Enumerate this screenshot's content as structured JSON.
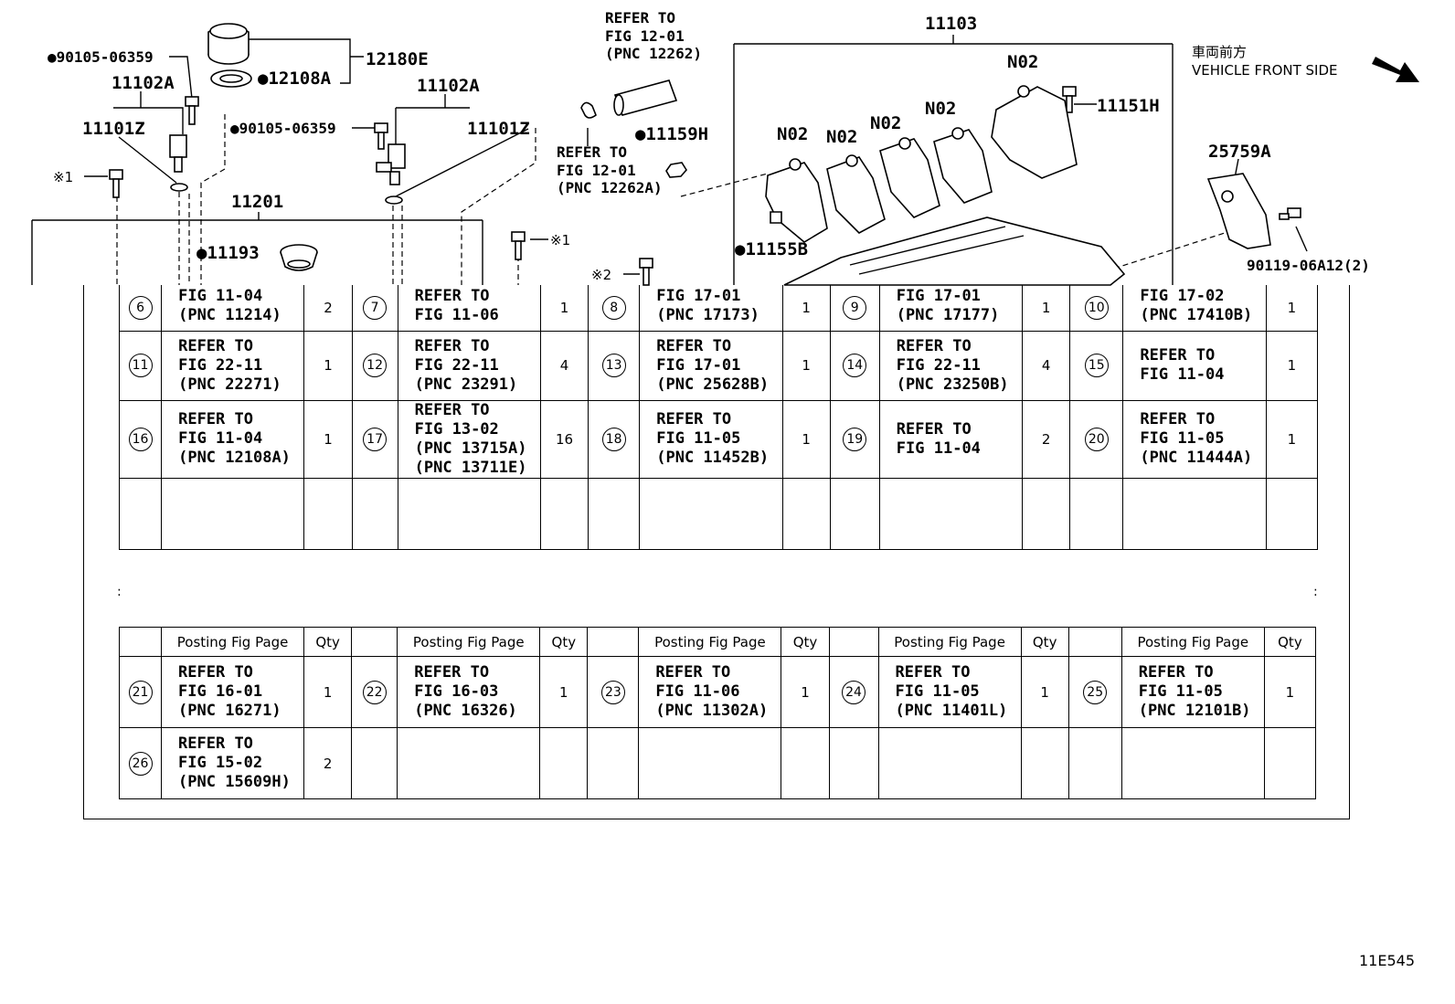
{
  "callouts": {
    "c11103": "11103",
    "c12180E": "12180E",
    "c12108A": "●12108A",
    "c90105_a": "●90105-06359",
    "c90105_b": "●90105-06359",
    "c11102A_l": "11102A",
    "c11102A_r": "11102A",
    "c11101Z_l": "11101Z",
    "c11101Z_r": "11101Z",
    "c11201": "11201",
    "c11193": "●11193",
    "c11159H": "●11159H",
    "c11151H": "11151H",
    "c11155B": "●11155B",
    "c25759A": "25759A",
    "c90119": "90119-06A12(2)",
    "n02_1": "N02",
    "n02_2": "N02",
    "n02_3": "N02",
    "n02_4": "N02",
    "n02_5": "N02",
    "note1_a": "※1",
    "note1_b": "※1",
    "note2": "※2"
  },
  "refer_blocks": {
    "top1": "REFER TO",
    "top2": "FIG 12-01",
    "top3": "(PNC 12262)",
    "mid1": "REFER TO",
    "mid2": "FIG 12-01",
    "mid3": "(PNC 12262A)"
  },
  "vehicle_front": {
    "jp": "車両前方",
    "en": "VEHICLE FRONT SIDE"
  },
  "table_top": {
    "rows": [
      [
        {
          "n": "6",
          "ref": "FIG 11-04\n(PNC 11214)",
          "qty": "2"
        },
        {
          "n": "7",
          "ref": "REFER TO\nFIG 11-06",
          "qty": "1"
        },
        {
          "n": "8",
          "ref": "FIG 17-01\n(PNC 17173)",
          "qty": "1"
        },
        {
          "n": "9",
          "ref": "FIG 17-01\n(PNC 17177)",
          "qty": "1"
        },
        {
          "n": "10",
          "ref": "FIG 17-02\n(PNC 17410B)",
          "qty": "1"
        }
      ],
      [
        {
          "n": "11",
          "ref": "REFER TO\nFIG 22-11\n(PNC 22271)",
          "qty": "1"
        },
        {
          "n": "12",
          "ref": "REFER TO\nFIG 22-11\n(PNC 23291)",
          "qty": "4"
        },
        {
          "n": "13",
          "ref": "REFER TO\nFIG 17-01\n(PNC 25628B)",
          "qty": "1"
        },
        {
          "n": "14",
          "ref": "REFER TO\nFIG 22-11\n(PNC 23250B)",
          "qty": "4"
        },
        {
          "n": "15",
          "ref": "REFER TO\nFIG 11-04",
          "qty": "1"
        }
      ],
      [
        {
          "n": "16",
          "ref": "REFER TO\nFIG 11-04\n(PNC 12108A)",
          "qty": "1"
        },
        {
          "n": "17",
          "ref": "REFER TO\nFIG 13-02\n(PNC 13715A)\n(PNC 13711E)",
          "qty": "16"
        },
        {
          "n": "18",
          "ref": "REFER TO\nFIG 11-05\n(PNC 11452B)",
          "qty": "1"
        },
        {
          "n": "19",
          "ref": "REFER TO\nFIG 11-04",
          "qty": "2"
        },
        {
          "n": "20",
          "ref": "REFER TO\nFIG 11-05\n(PNC 11444A)",
          "qty": "1"
        }
      ],
      [
        {
          "n": "",
          "ref": "",
          "qty": ""
        },
        {
          "n": "",
          "ref": "",
          "qty": ""
        },
        {
          "n": "",
          "ref": "",
          "qty": ""
        },
        {
          "n": "",
          "ref": "",
          "qty": ""
        },
        {
          "n": "",
          "ref": "",
          "qty": ""
        }
      ]
    ]
  },
  "table_bottom": {
    "header_page": "Posting Fig Page",
    "header_qty": "Qty",
    "rows": [
      [
        {
          "n": "21",
          "ref": "REFER TO\nFIG 16-01\n(PNC 16271)",
          "qty": "1"
        },
        {
          "n": "22",
          "ref": "REFER TO\nFIG 16-03\n(PNC 16326)",
          "qty": "1"
        },
        {
          "n": "23",
          "ref": "REFER TO\nFIG 11-06\n(PNC 11302A)",
          "qty": "1"
        },
        {
          "n": "24",
          "ref": "REFER TO\nFIG 11-05\n(PNC 11401L)",
          "qty": "1"
        },
        {
          "n": "25",
          "ref": "REFER TO\nFIG 11-05\n(PNC 12101B)",
          "qty": "1"
        }
      ],
      [
        {
          "n": "26",
          "ref": "REFER TO\nFIG 15-02\n(PNC 15609H)",
          "qty": "2"
        },
        {
          "n": "",
          "ref": "",
          "qty": ""
        },
        {
          "n": "",
          "ref": "",
          "qty": ""
        },
        {
          "n": "",
          "ref": "",
          "qty": ""
        },
        {
          "n": "",
          "ref": "",
          "qty": ""
        }
      ]
    ]
  },
  "continuation_dots": ":",
  "illustration_code": "11E545"
}
